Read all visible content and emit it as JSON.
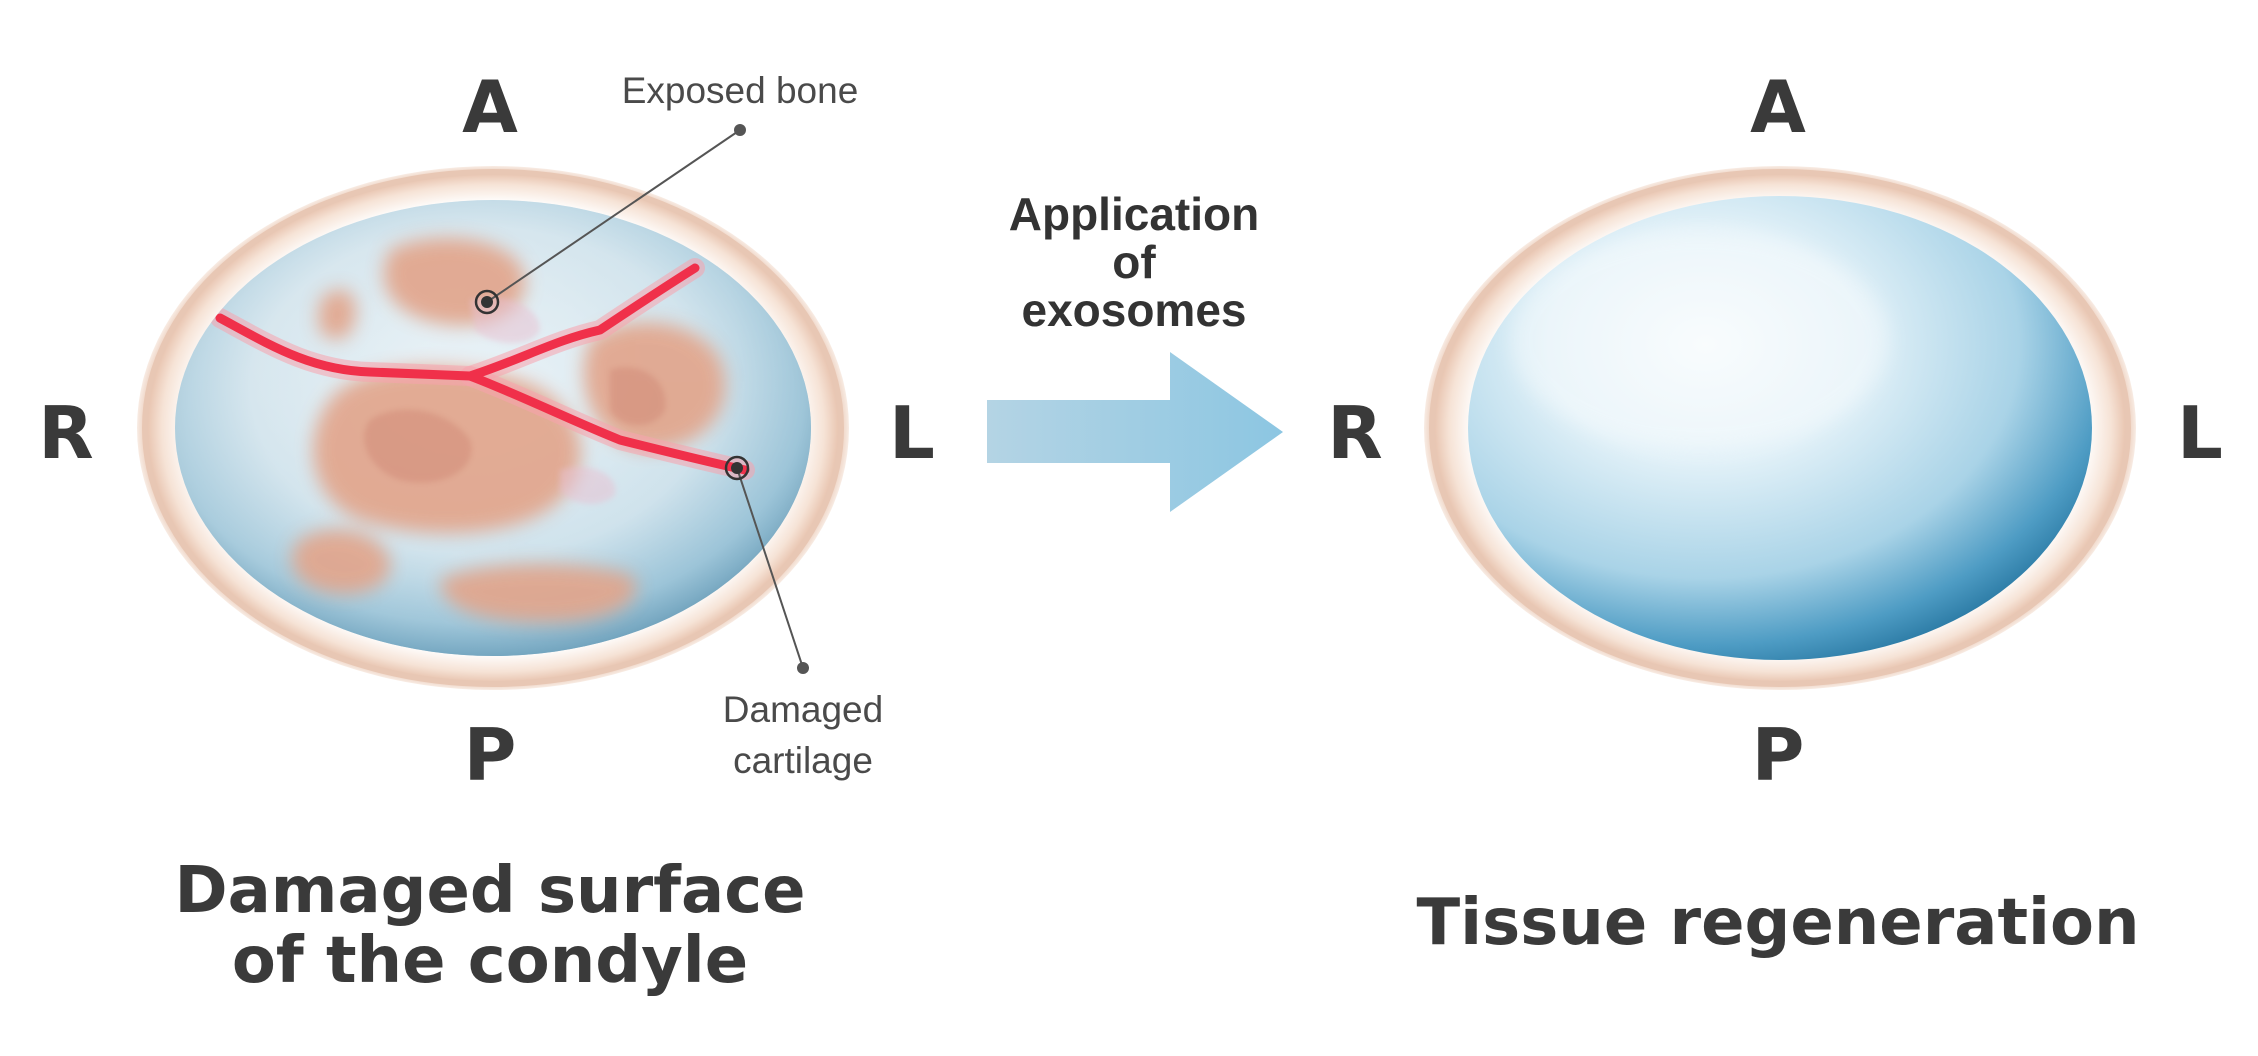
{
  "left_panel": {
    "orientation": {
      "anterior": "A",
      "posterior": "P",
      "right": "R",
      "left": "L"
    },
    "callouts": {
      "exposed_bone": "Exposed bone",
      "damaged_cartilage_line1": "Damaged",
      "damaged_cartilage_line2": "cartilage"
    },
    "caption_line1": "Damaged surface",
    "caption_line2": "of the condyle"
  },
  "arrow": {
    "label_line1": "Application",
    "label_line2": "of",
    "label_line3": "exosomes",
    "color": "#8cc4de"
  },
  "right_panel": {
    "orientation": {
      "anterior": "A",
      "posterior": "P",
      "right": "R",
      "left": "L"
    },
    "caption": "Tissue regeneration"
  },
  "colors": {
    "crack": "#f0304a",
    "bone": "#e2a68a",
    "cartilage": "#5aa4c8",
    "rim": "#f4dccf",
    "label": "#3a3a3a"
  }
}
